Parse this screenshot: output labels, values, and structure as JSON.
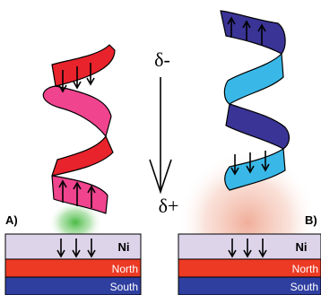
{
  "diagram": {
    "panels": [
      {
        "label": "A)",
        "layers": {
          "ni": "Ni",
          "north": "North",
          "south": "South"
        },
        "colors": {
          "helix_back": "#e8232c",
          "helix_front": "#f0448e",
          "glow": "#55c24a"
        }
      },
      {
        "label": "B)",
        "layers": {
          "ni": "Ni",
          "north": "North",
          "south": "South"
        },
        "colors": {
          "helix_back": "#3a3496",
          "helix_front": "#39b8e8",
          "glow": "#f3b7a6"
        }
      }
    ],
    "dipole": {
      "top": "δ-",
      "bottom": "δ+"
    },
    "layer_colors": {
      "ni": "#ddd4ea",
      "north": "#ec3a24",
      "south": "#2f3fa0"
    }
  }
}
